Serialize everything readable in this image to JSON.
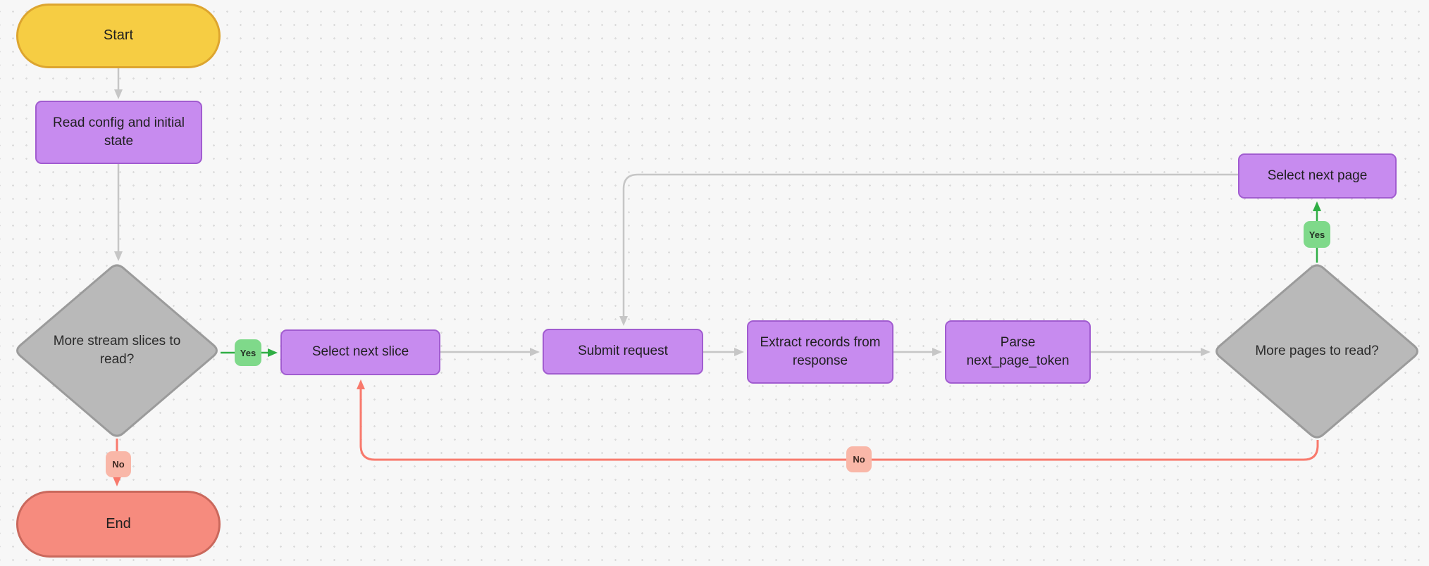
{
  "diagram": {
    "kind": "flowchart",
    "nodes": {
      "start": {
        "label": "Start",
        "shape": "pill",
        "color": "#F6CD43"
      },
      "read_config": {
        "label": "Read config and initial state",
        "shape": "rect",
        "color": "#C78BEF"
      },
      "more_slices": {
        "label": "More stream slices to read?",
        "shape": "diamond",
        "color": "#B9B9B9"
      },
      "select_next_slice": {
        "label": "Select next slice",
        "shape": "rect",
        "color": "#C78BEF"
      },
      "submit_request": {
        "label": "Submit request",
        "shape": "rect",
        "color": "#C78BEF"
      },
      "extract_records": {
        "label": "Extract records from response",
        "shape": "rect",
        "color": "#C78BEF"
      },
      "parse_token": {
        "label": "Parse next_page_token",
        "shape": "rect",
        "color": "#C78BEF"
      },
      "more_pages": {
        "label": "More pages to read?",
        "shape": "diamond",
        "color": "#B9B9B9"
      },
      "select_next_page": {
        "label": "Select next page",
        "shape": "rect",
        "color": "#C78BEF"
      },
      "end": {
        "label": "End",
        "shape": "pill",
        "color": "#F68B7E"
      }
    },
    "edges": [
      {
        "from": "start",
        "to": "read_config",
        "label": "",
        "color": "gray"
      },
      {
        "from": "read_config",
        "to": "more_slices",
        "label": "",
        "color": "gray"
      },
      {
        "from": "more_slices",
        "to": "select_next_slice",
        "label": "Yes",
        "color": "green"
      },
      {
        "from": "more_slices",
        "to": "end",
        "label": "No",
        "color": "red"
      },
      {
        "from": "select_next_slice",
        "to": "submit_request",
        "label": "",
        "color": "gray"
      },
      {
        "from": "submit_request",
        "to": "extract_records",
        "label": "",
        "color": "gray"
      },
      {
        "from": "extract_records",
        "to": "parse_token",
        "label": "",
        "color": "gray"
      },
      {
        "from": "parse_token",
        "to": "more_pages",
        "label": "",
        "color": "gray"
      },
      {
        "from": "more_pages",
        "to": "select_next_page",
        "label": "Yes",
        "color": "green"
      },
      {
        "from": "select_next_page",
        "to": "submit_request",
        "label": "",
        "color": "gray"
      },
      {
        "from": "more_pages",
        "to": "select_next_slice",
        "label": "No",
        "color": "red"
      }
    ]
  },
  "colors": {
    "bg": "#f7f7f7",
    "dot": "#dbdbdb",
    "yellow_fill": "#F6CD43",
    "yellow_border": "#DDA52F",
    "purple_fill": "#C78BEF",
    "purple_border": "#A15CD0",
    "gray_fill": "#B9B9B9",
    "gray_border": "#9B9B9B",
    "red_fill": "#F68B7E",
    "red_border": "#CA685C",
    "green_label": "#7FD98A",
    "pink_label": "#F9B7A8",
    "line_gray": "#C6C6C6",
    "line_green": "#2FAE44",
    "line_red": "#F8796C"
  }
}
